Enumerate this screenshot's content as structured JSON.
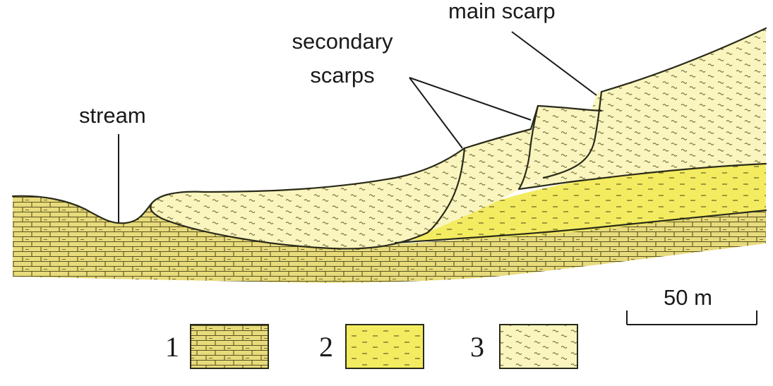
{
  "labels": {
    "main_scarp": "main scarp",
    "secondary_scarps_line1": "secondary",
    "secondary_scarps_line2": "scarps",
    "stream": "stream",
    "scale": "50 m"
  },
  "legend": [
    {
      "number": "1",
      "pattern": "limestone-brick"
    },
    {
      "number": "2",
      "pattern": "dashes"
    },
    {
      "number": "3",
      "pattern": "tildes"
    }
  ],
  "colors": {
    "unit1": "#e8db7c",
    "unit2": "#f3ec60",
    "unit3": "#faf5be",
    "line": "#2a2a1a"
  }
}
